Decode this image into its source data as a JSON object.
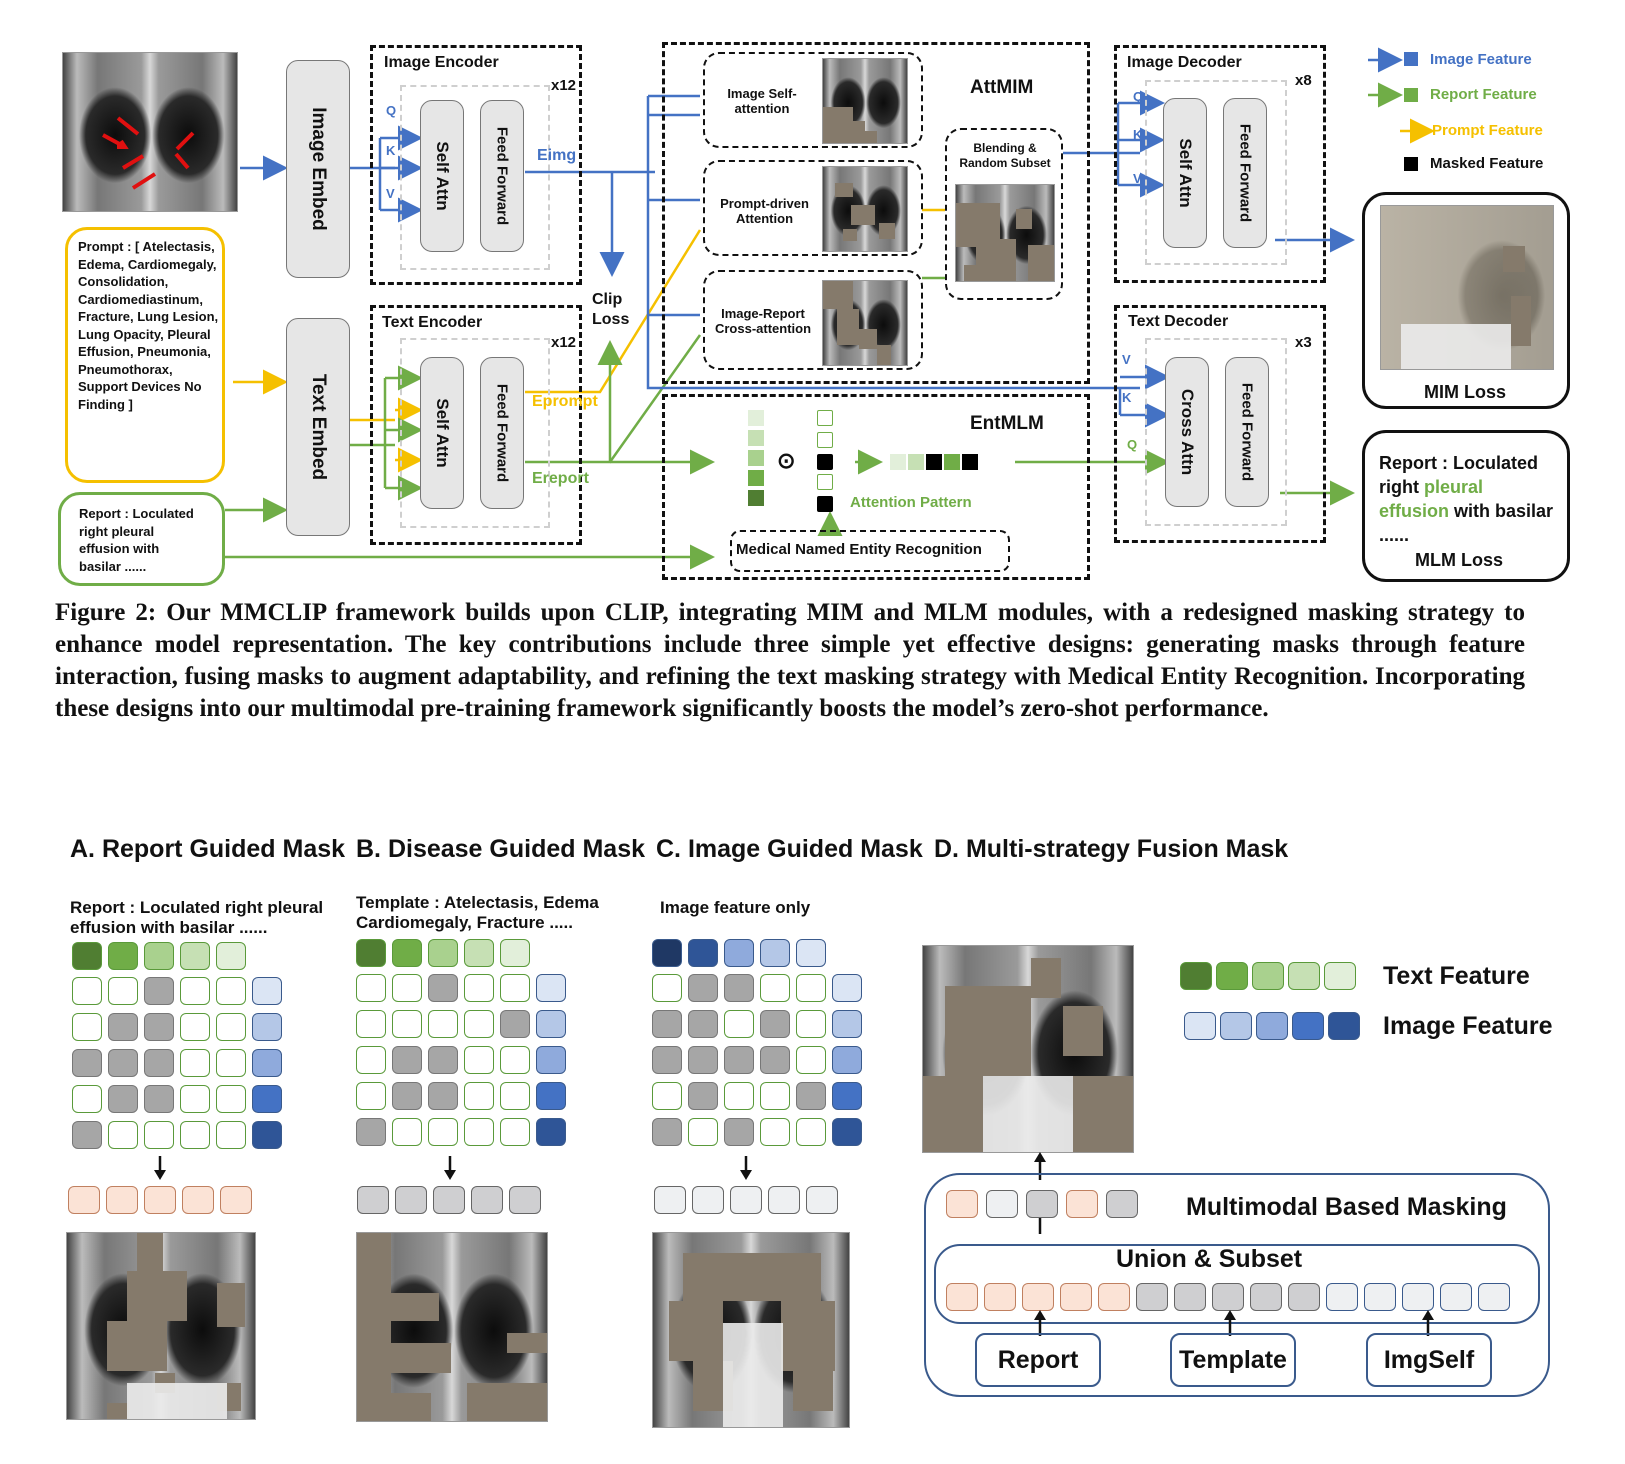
{
  "diagram": {
    "image_embed": "Image Embed",
    "text_embed": "Text  Embed",
    "image_encoder": {
      "title": "Image Encoder",
      "repeat": "x12",
      "self_attn": "Self Attn",
      "ff": "Feed Forward",
      "q": "Q",
      "k": "K",
      "v": "V",
      "out": "Eimg"
    },
    "text_encoder": {
      "title": "Text Encoder",
      "repeat": "x12",
      "self_attn": "Self Attn",
      "ff": "Feed Forward",
      "out_prompt": "Eprompt",
      "out_report": "Ereport"
    },
    "clip_loss": "Clip Loss",
    "prompt": "Prompt : [ Atelectasis, Edema, Cardiomegaly, Consolidation, Cardiomediastinum, Fracture, Lung Lesion, Lung Opacity, Pleural Effusion, Pneumonia, Pneumothorax, Support Devices No Finding ]",
    "report_input": "Report : Loculated right pleural effusion with basilar ......",
    "attmim": {
      "title": "AttMIM",
      "img_self": "Image Self-attention",
      "prompt_driven": "Prompt-driven Attention",
      "cross": "Image-Report Cross-attention",
      "blend": "Blending & Random Subset"
    },
    "entmlm": {
      "title": "EntMLM",
      "pattern": "Attention Pattern",
      "ner": "Medical Named Entity Recognition",
      "dot": "⊙"
    },
    "image_decoder": {
      "title": "Image Decoder",
      "repeat": "x8",
      "self_attn": "Self Attn",
      "ff": "Feed Forward",
      "q": "Q",
      "k": "K",
      "v": "V"
    },
    "text_decoder": {
      "title": "Text Decoder",
      "repeat": "x3",
      "cross_attn": "Cross Attn",
      "ff": "Feed Forward",
      "v": "V",
      "k": "K",
      "q": "Q"
    },
    "legend": {
      "image_feature": "Image Feature",
      "report_feature": "Report Feature",
      "prompt_feature": "Prompt Feature",
      "masked_feature": "Masked Feature"
    },
    "mim_loss": "MIM Loss",
    "mlm_out_1": "Report : Loculated right ",
    "mlm_out_green": "pleural effusion",
    "mlm_out_2": " with basilar ......",
    "mlm_loss": "MLM Loss"
  },
  "caption": "Figure 2: Our MMCLIP framework builds upon CLIP, integrating MIM and MLM modules, with a redesigned masking strategy to enhance model representation. The key contributions include three simple yet effective designs: generating masks through feature interaction, fusing masks to augment adaptability, and refining the text masking strategy with Medical Entity Recognition. Incorporating these designs into our multimodal pre-training framework significantly boosts the model’s zero-shot performance.",
  "panels": {
    "a": {
      "title": "A. Report Guided Mask",
      "sub": "Report : Loculated right pleural effusion with basilar ......"
    },
    "b": {
      "title": "B. Disease Guided Mask",
      "sub": "Template : Atelectasis, Edema Cardiomegaly, Fracture ....."
    },
    "c": {
      "title": "C. Image Guided Mask",
      "sub": "Image feature only"
    },
    "d": {
      "title": "D. Multi-strategy Fusion Mask",
      "multimodal": "Multimodal Based Masking",
      "union": "Union & Subset",
      "report": "Report",
      "template": "Template",
      "imgself": "ImgSelf"
    }
  },
  "bottom_legend": {
    "text_feature": "Text Feature",
    "image_feature": "Image Feature"
  },
  "colors": {
    "image": "#4472c4",
    "report": "#70ad47",
    "prompt": "#f5c000",
    "mask": "#857a6b"
  }
}
